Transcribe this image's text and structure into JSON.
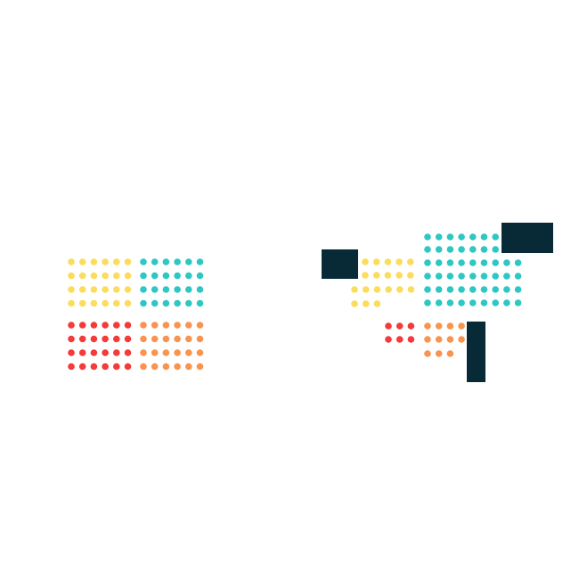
{
  "colors": {
    "background": "#ffffff",
    "yellow": "#fcdc5c",
    "teal": "#2ec7c3",
    "red": "#f43a3a",
    "orange": "#f99450",
    "block": "#072a36"
  },
  "left_grid": {
    "groups": [
      {
        "name": "yellow",
        "color_key": "yellow",
        "rows": 4,
        "cols": 6
      },
      {
        "name": "teal",
        "color_key": "teal",
        "rows": 4,
        "cols": 6
      },
      {
        "name": "red",
        "color_key": "red",
        "rows": 4,
        "cols": 6
      },
      {
        "name": "orange",
        "color_key": "orange",
        "rows": 4,
        "cols": 6
      }
    ]
  },
  "right_grid": {
    "groups": [
      {
        "name": "yellow",
        "color_key": "yellow",
        "dots": 19
      },
      {
        "name": "teal",
        "color_key": "teal",
        "dots": 51
      },
      {
        "name": "red",
        "color_key": "red",
        "dots": 6
      },
      {
        "name": "orange",
        "color_key": "orange",
        "dots": 11
      }
    ],
    "blocks": [
      {
        "name": "block-left",
        "color_key": "block"
      },
      {
        "name": "block-top",
        "color_key": "block"
      },
      {
        "name": "block-bottom",
        "color_key": "block"
      }
    ]
  }
}
